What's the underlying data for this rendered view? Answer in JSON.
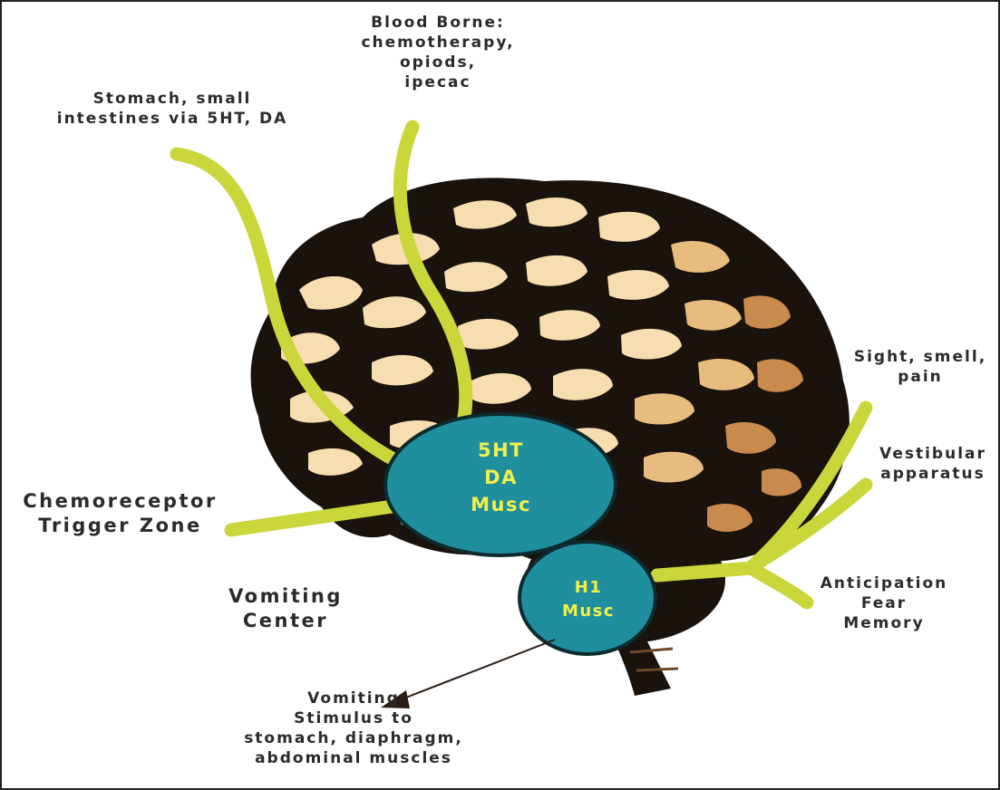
{
  "labels": {
    "blood_borne": "Blood Borne:\nchemotherapy,\nopiods,\nipecac",
    "stomach": "Stomach, small\nintestines via 5HT, DA",
    "sight": "Sight, smell,\npain",
    "vestibular": "Vestibular\napparatus",
    "anticipation": "Anticipation\nFear\nMemory",
    "ctz": "Chemoreceptor\nTrigger Zone",
    "vomiting_center": "Vomiting\nCenter",
    "stimulus": "Vomiting\nStimulus to\nstomach, diaphragm,\nabdominal muscles"
  },
  "nodes": {
    "ctz_node": "5HT\nDA\nMusc",
    "vc_node": "H1\nMusc"
  },
  "colors": {
    "pathway_line": "#cbd63b",
    "node_fill": "#1f8f9e",
    "node_text": "#f2ef4a",
    "brain_outline": "#1a120c",
    "brain_light": "#f6deb0",
    "brain_mid": "#e8bb7e",
    "brain_dark": "#c98a4e",
    "arrow": "#2a1c16"
  },
  "icons": {
    "brain": "brain-illustration",
    "arrow": "arrow-head-icon"
  }
}
